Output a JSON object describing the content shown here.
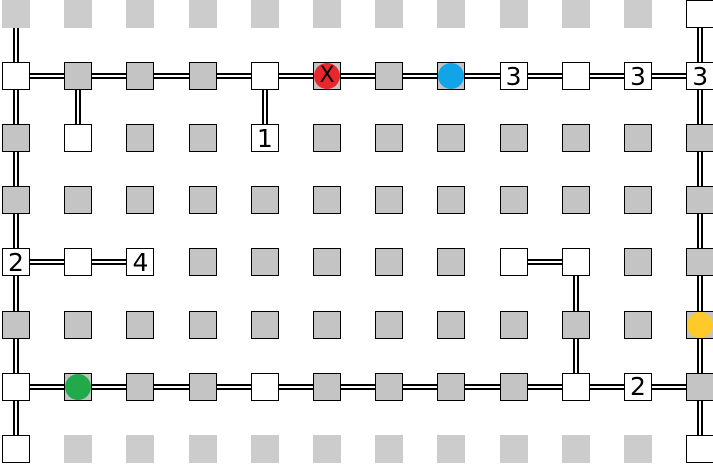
{
  "puzzle": {
    "grid_columns": 12,
    "grid_rows": 8,
    "colors": {
      "tile_gray": "#c4c4c4",
      "tile_white": "#ffffff",
      "tile_ghost": "#cccccc",
      "edge": "#000000",
      "red": "#e8262b",
      "blue": "#12a4e8",
      "green": "#22aa4a",
      "yellow": "#ffc929"
    },
    "tiles": [
      [
        "ghost",
        "ghost",
        "ghost",
        "ghost",
        "ghost",
        "ghost",
        "ghost",
        "ghost",
        "ghost",
        "ghost",
        "ghost",
        "white"
      ],
      [
        "white",
        "gray",
        "gray",
        "gray",
        "white",
        "gray",
        "gray",
        "gray",
        "white",
        "white",
        "white",
        "white"
      ],
      [
        "gray",
        "white",
        "gray",
        "gray",
        "white",
        "gray",
        "gray",
        "gray",
        "gray",
        "gray",
        "gray",
        "gray"
      ],
      [
        "gray",
        "gray",
        "gray",
        "gray",
        "gray",
        "gray",
        "gray",
        "gray",
        "gray",
        "gray",
        "gray",
        "gray"
      ],
      [
        "white",
        "white",
        "white",
        "gray",
        "gray",
        "gray",
        "gray",
        "gray",
        "white",
        "white",
        "gray",
        "gray"
      ],
      [
        "gray",
        "gray",
        "gray",
        "gray",
        "gray",
        "gray",
        "gray",
        "gray",
        "gray",
        "gray",
        "gray",
        "gray"
      ],
      [
        "white",
        "gray",
        "gray",
        "gray",
        "white",
        "gray",
        "gray",
        "gray",
        "gray",
        "white",
        "white",
        "gray"
      ],
      [
        "white",
        "ghost",
        "ghost",
        "ghost",
        "ghost",
        "ghost",
        "ghost",
        "ghost",
        "ghost",
        "ghost",
        "ghost",
        "white"
      ]
    ],
    "numbers": [
      {
        "col": 8,
        "row": 1,
        "value": "3"
      },
      {
        "col": 10,
        "row": 1,
        "value": "3"
      },
      {
        "col": 11,
        "row": 1,
        "value": "3"
      },
      {
        "col": 4,
        "row": 2,
        "value": "1"
      },
      {
        "col": 0,
        "row": 4,
        "value": "2"
      },
      {
        "col": 2,
        "row": 4,
        "value": "4"
      },
      {
        "col": 10,
        "row": 6,
        "value": "2"
      }
    ],
    "markers": [
      {
        "type": "dot",
        "color": "red",
        "col": 5,
        "row": 1,
        "label": "X"
      },
      {
        "type": "dot",
        "color": "blue",
        "col": 7,
        "row": 1
      },
      {
        "type": "dot",
        "color": "green",
        "col": 1,
        "row": 6
      },
      {
        "type": "dot",
        "color": "yellow",
        "col": 11,
        "row": 5
      }
    ],
    "edges_h": [
      {
        "row": 1,
        "from": 0,
        "to": 11
      },
      {
        "row": 4,
        "from": 0,
        "to": 2
      },
      {
        "row": 4,
        "from": 8,
        "to": 9
      },
      {
        "row": 6,
        "from": 0,
        "to": 11
      }
    ],
    "edges_v": [
      {
        "col": 0,
        "from": 0,
        "to": 7
      },
      {
        "col": 11,
        "from": 0,
        "to": 7
      },
      {
        "col": 1,
        "from": 1,
        "to": 2
      },
      {
        "col": 4,
        "from": 1,
        "to": 2
      },
      {
        "col": 9,
        "from": 4,
        "to": 6
      }
    ]
  }
}
